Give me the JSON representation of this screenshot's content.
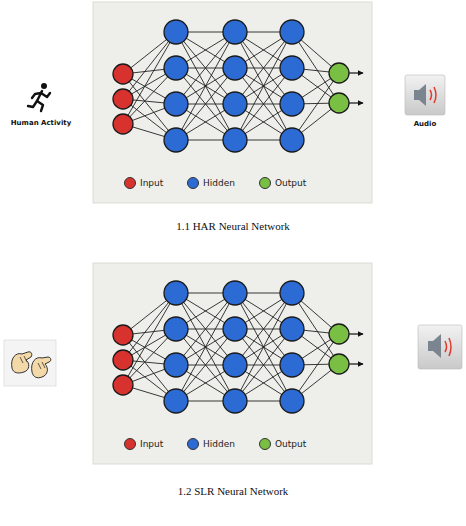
{
  "diagram": {
    "labels": [
      "Human Activity",
      "Audio",
      "1.1 HAR Neural Network",
      "1.2 SLR Neural Network"
    ],
    "legend": [
      {
        "text": "Input",
        "color": "#d7322e"
      },
      {
        "text": "Hidden",
        "color": "#2c6bd4"
      },
      {
        "text": "Output",
        "color": "#79bf43"
      },
      {
        "text": "Input",
        "color": "#d7322e"
      },
      {
        "text": "Hidden",
        "color": "#2c6bd4"
      },
      {
        "text": "Output",
        "color": "#79bf43"
      }
    ]
  }
}
